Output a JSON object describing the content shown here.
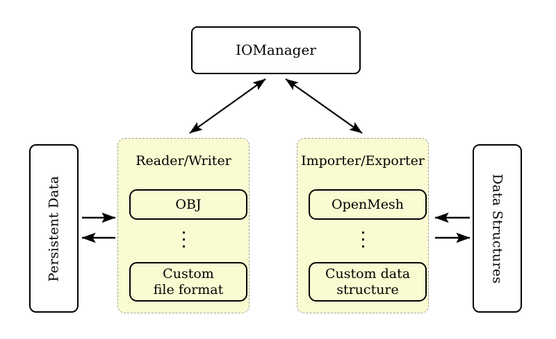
{
  "diagram": {
    "title_node": {
      "label": "IOManager",
      "name": "iomanager-box"
    },
    "side_nodes": [
      {
        "label": "Persistent Data",
        "name": "persistent-data-box",
        "orientation": "rotated-up"
      },
      {
        "label": "Data Structures",
        "name": "data-structures-box",
        "orientation": "rotated-down"
      }
    ],
    "groups": [
      {
        "title": "Reader/Writer",
        "name": "reader-writer-group",
        "items": [
          {
            "label": "OBJ"
          },
          {
            "label": "Custom\nfile format",
            "line1": "Custom",
            "line2": "file format"
          }
        ],
        "ellipsis": "⋮"
      },
      {
        "title": "Importer/Exporter",
        "name": "importer-exporter-group",
        "items": [
          {
            "label": "OpenMesh"
          },
          {
            "label": "Custom data\nstructure",
            "line1": "Custom data",
            "line2": "structure"
          }
        ],
        "ellipsis": "⋮"
      }
    ],
    "connections": [
      {
        "name": "iomanager-to-reader-writer",
        "type": "double-headed-arrow"
      },
      {
        "name": "iomanager-to-importer-exporter",
        "type": "double-headed-arrow"
      },
      {
        "name": "persistent-data-to-reader-writer",
        "type": "arrow-right"
      },
      {
        "name": "reader-writer-to-persistent-data",
        "type": "arrow-left"
      },
      {
        "name": "data-structures-to-importer-exporter",
        "type": "arrow-left"
      },
      {
        "name": "importer-exporter-to-data-structures",
        "type": "arrow-right"
      }
    ],
    "colors": {
      "panel_fill": "#fbfbd2",
      "panel_border": "#9e9e9e",
      "stroke": "#000000",
      "background": "#ffffff"
    }
  }
}
